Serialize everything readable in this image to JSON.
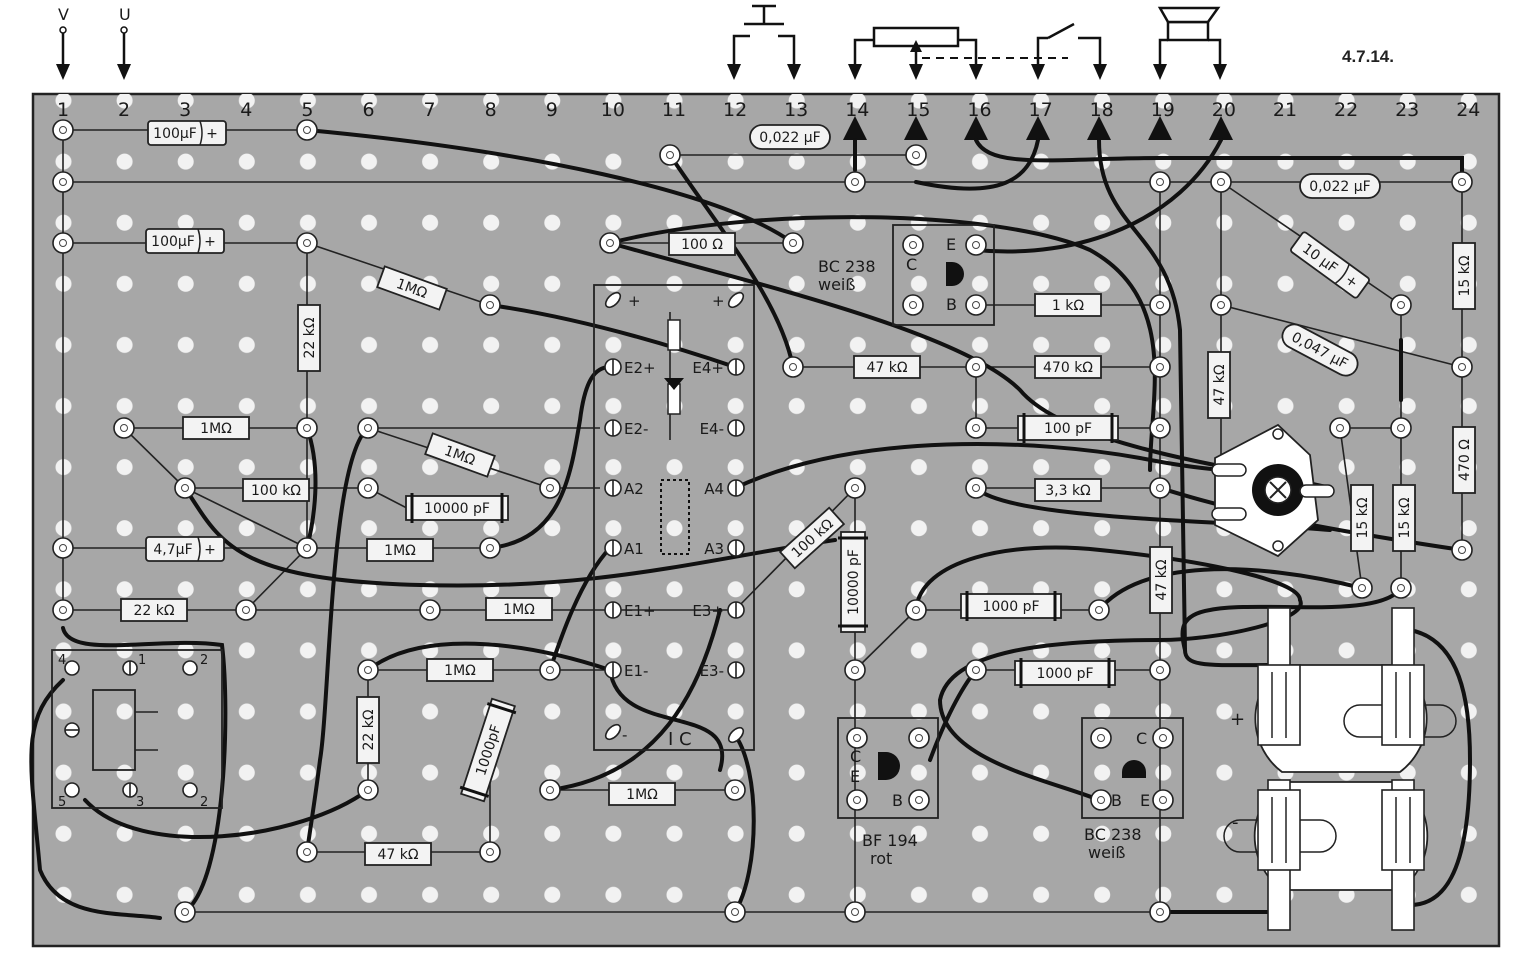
{
  "figure_id": "4.7.14.",
  "inputs": [
    "V",
    "U"
  ],
  "columns": [
    "1",
    "2",
    "3",
    "4",
    "5",
    "6",
    "7",
    "8",
    "9",
    "10",
    "11",
    "12",
    "13",
    "14",
    "15",
    "16",
    "17",
    "18",
    "19",
    "20",
    "21",
    "22",
    "23",
    "24"
  ],
  "components": {
    "c1": "100µF",
    "c2": "100µF",
    "c3": "4,7µF",
    "c4": "0,022 µF",
    "c5": "0,022 µF",
    "c6": "10 µF",
    "c7": "0,047 µF",
    "c8": "10000 pF",
    "c9": "10000 pF",
    "c10": "1000 pF",
    "c11": "1000 pF",
    "c12": "100 pF",
    "c13": "1000pF",
    "r1": "1MΩ",
    "r2": "1MΩ",
    "r3": "1MΩ",
    "r4": "1MΩ",
    "r5": "1MΩ",
    "r6": "1MΩ",
    "r7": "1MΩ",
    "r8": "22 kΩ",
    "r9": "22 kΩ",
    "r10": "22 kΩ",
    "r11": "100 kΩ",
    "r12": "100 kΩ",
    "r13": "100 Ω",
    "r14": "47 kΩ",
    "r15": "47 kΩ",
    "r16": "47 kΩ",
    "r17": "470 kΩ",
    "r18": "1 kΩ",
    "r19": "3,3 kΩ",
    "r20": "47 kΩ",
    "r21": "15 kΩ",
    "r22": "15 kΩ",
    "r23": "15 kΩ",
    "r24": "470 Ω"
  },
  "transistors": {
    "t1": {
      "type": "BC 238",
      "color": "weiß",
      "pins": [
        "C",
        "E",
        "B"
      ]
    },
    "t2": {
      "type": "BF 194",
      "color": "rot",
      "pins": [
        "C",
        "E",
        "B"
      ]
    },
    "t3": {
      "type": "BC 238",
      "color": "weiß",
      "pins": [
        "C",
        "B",
        "E"
      ]
    }
  },
  "ic": {
    "label": "I C",
    "pins_left": [
      "E2+",
      "E2-",
      "A2",
      "A1",
      "E1+",
      "E1-"
    ],
    "pins_right": [
      "E4+",
      "E4-",
      "A4",
      "A3",
      "E3+",
      "E3-"
    ],
    "plus": "+",
    "minus": "-"
  },
  "relay": {
    "pins": [
      "4",
      "1",
      "2",
      "5",
      "3",
      "2"
    ]
  },
  "battery": {
    "plus": "+",
    "minus": "-"
  },
  "colors": {
    "board": "#a7a7a7",
    "hole": "#f2f2f2",
    "wire": "#111111",
    "component": "#f3f3f3"
  }
}
